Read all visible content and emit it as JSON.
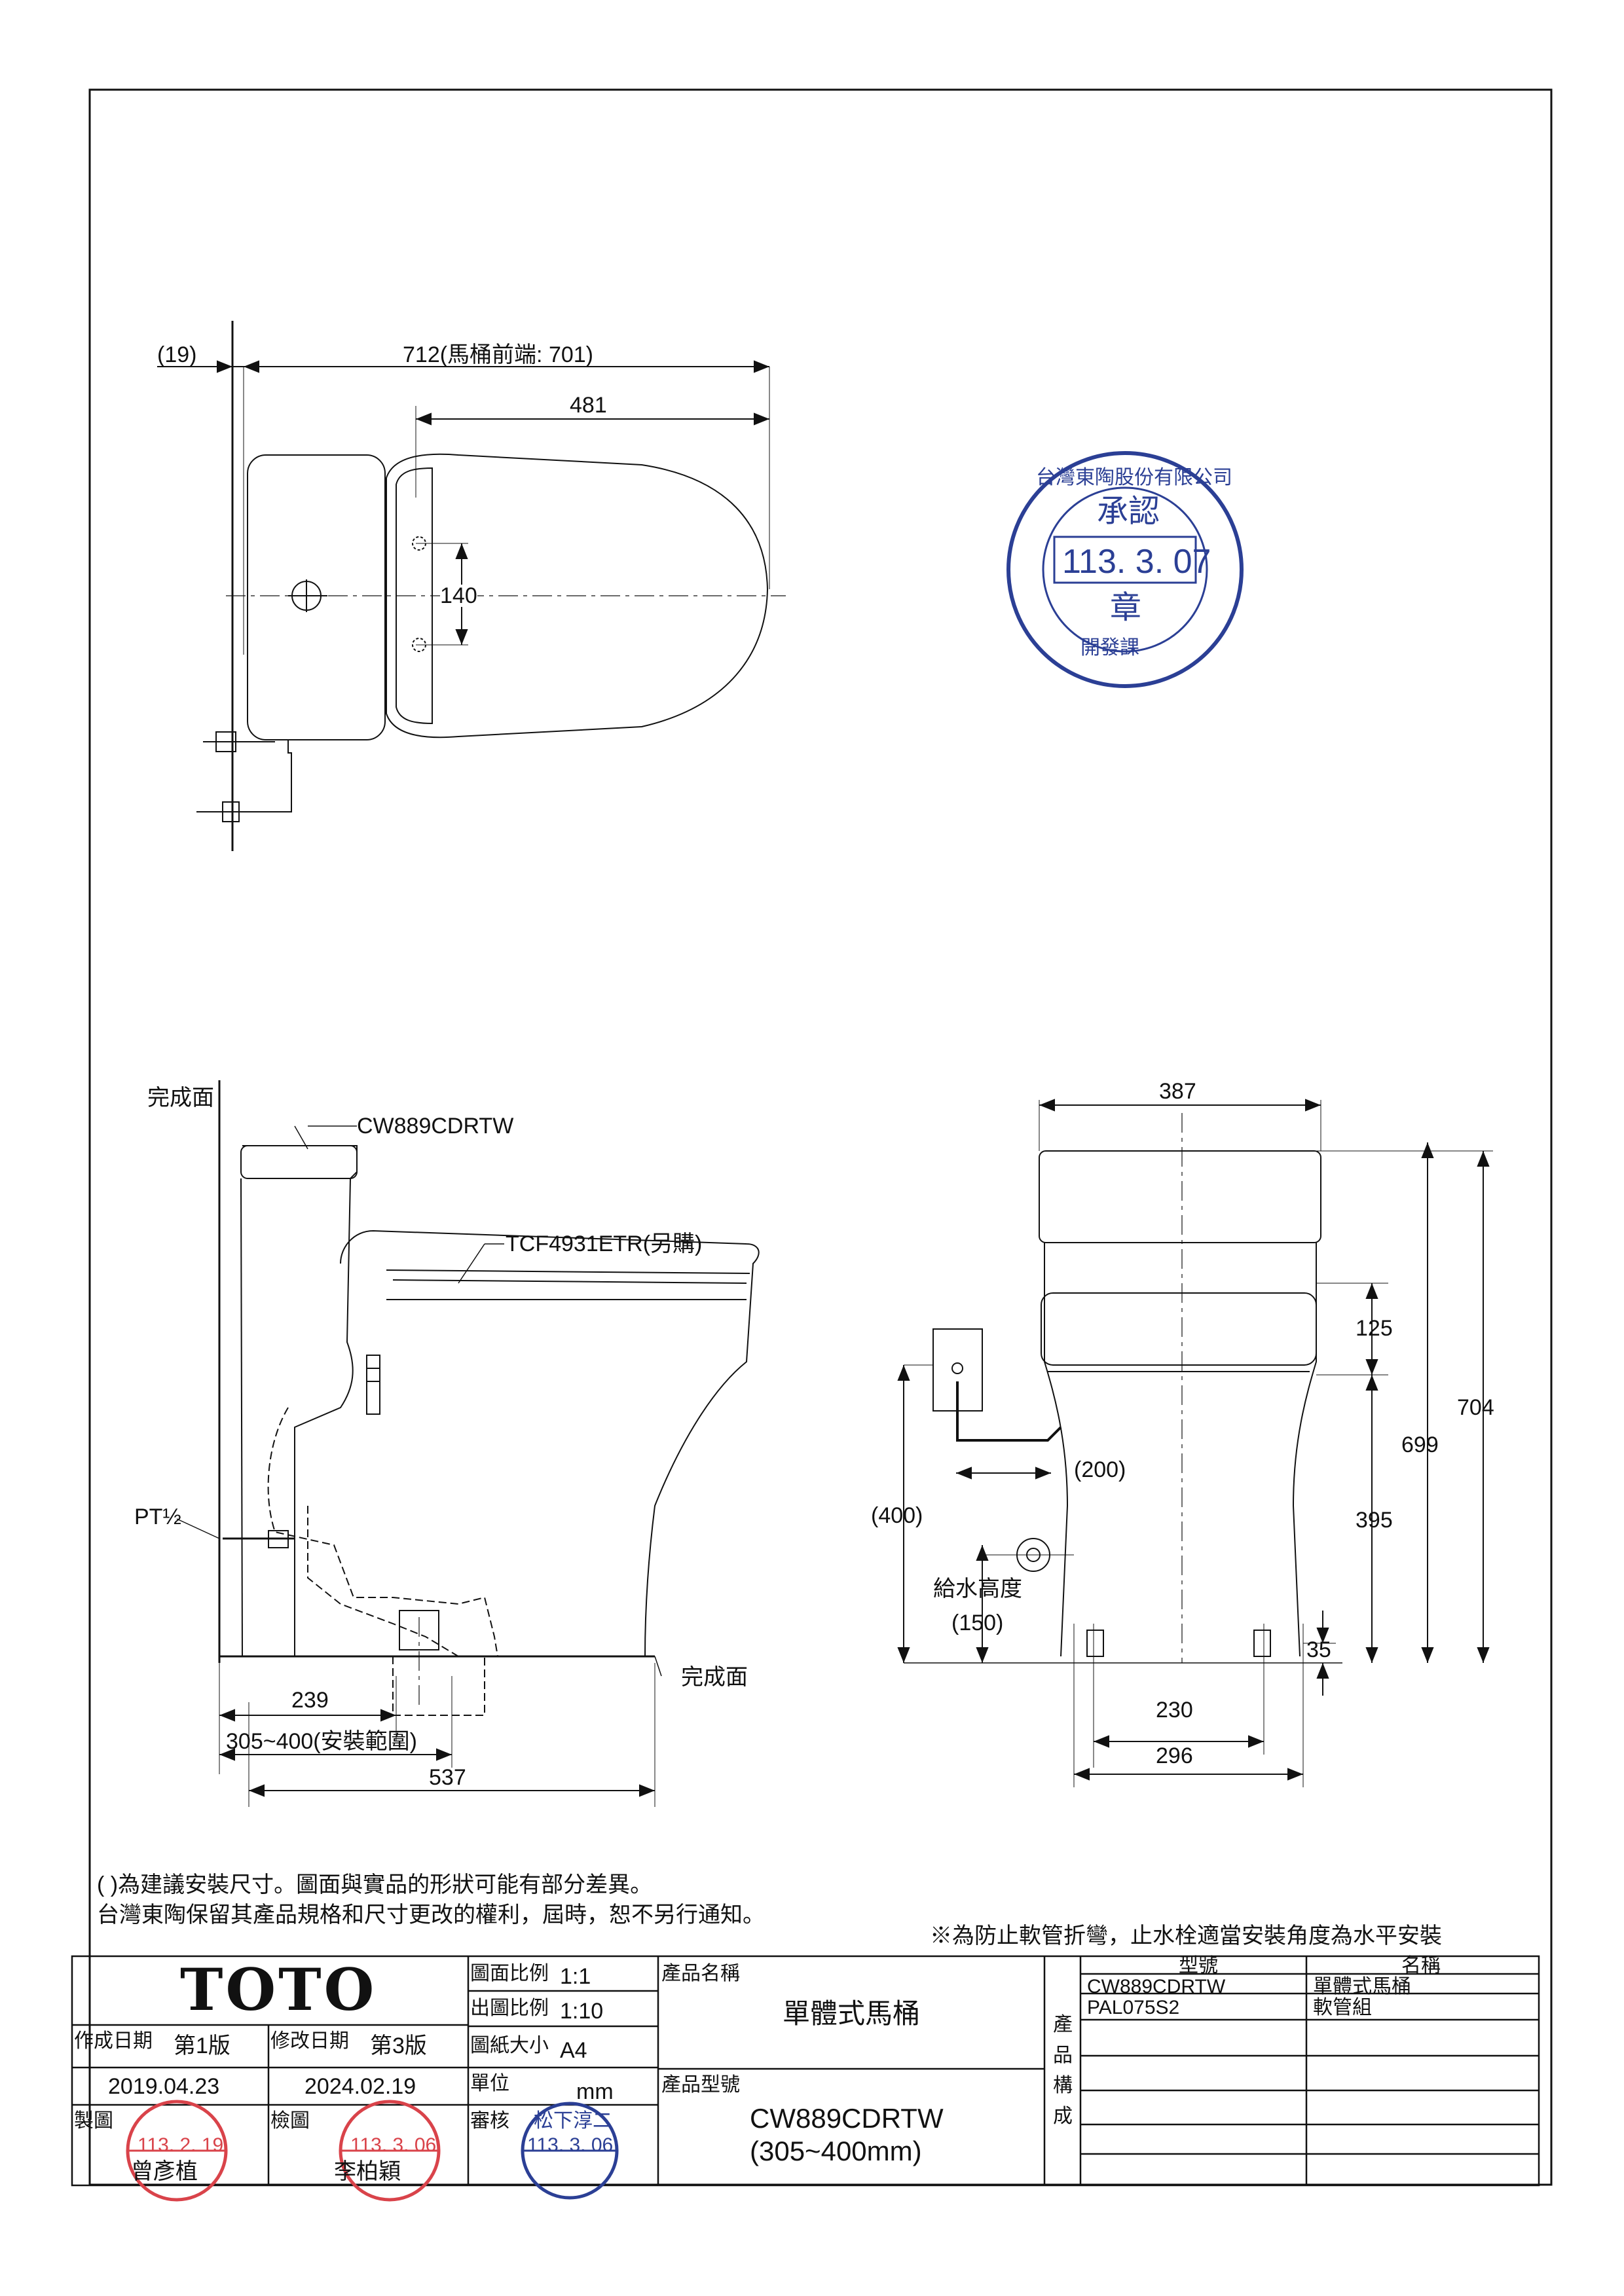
{
  "top_view": {
    "dim_gap": "(19)",
    "dim_length": "712(馬桶前端: 701)",
    "dim_seat": "481",
    "dim_bolts": "140"
  },
  "side_view": {
    "finish_surface_wall": "完成面",
    "model_label": "CW889CDRTW",
    "seat_label": "TCF4931ETR(另購)",
    "pipe_thread": "PT½",
    "finish_surface_floor": "完成面",
    "dim_239": "239",
    "dim_range": "305~400(安裝範圍)",
    "dim_537": "537"
  },
  "front_view": {
    "dim_387": "387",
    "dim_125": "125",
    "dim_704": "704",
    "dim_699": "699",
    "dim_395": "395",
    "dim_200": "(200)",
    "dim_400": "(400)",
    "water_height_label": "給水高度",
    "water_height_value": "(150)",
    "dim_35": "35",
    "dim_230": "230",
    "dim_296": "296"
  },
  "stamp_top": {
    "company": "台灣東陶股份有限公司",
    "title": "承認",
    "date": "113. 3. 07",
    "seal": "章",
    "dept": "開發課"
  },
  "notes": {
    "line1": "(   )為建議安裝尺寸。圖面與實品的形狀可能有部分差異。",
    "line2": "台灣東陶保留其產品規格和尺寸更改的權利，屆時，恕不另行通知。",
    "hose_note": "※為防止軟管折彎，止水栓適當安裝角度為水平安裝"
  },
  "title_block": {
    "logo": "TOTO",
    "scale_label": "圖面比例",
    "scale_value": "1:1",
    "output_scale_label": "出圖比例",
    "output_scale_value": "1:10",
    "paper_label": "圖紙大小",
    "paper_value": "A4",
    "unit_label": "單位",
    "unit_value": "mm",
    "created_label": "作成日期",
    "created_edition": "第1版",
    "created_date": "2019.04.23",
    "modified_label": "修改日期",
    "modified_edition": "第3版",
    "modified_date": "2024.02.19",
    "drawn_label": "製圖",
    "drawn_by": "曾彥植",
    "drawn_stamp_date": "113. 2. 19",
    "checked_label": "檢圖",
    "checked_by": "李柏穎",
    "checked_stamp_date": "113. 3. 06",
    "approved_label": "審核",
    "approved_stamp_name": "松下淳二",
    "approved_stamp_date": "113. 3. 06",
    "product_name_label": "產品名稱",
    "product_name": "單體式馬桶",
    "product_model_label": "產品型號",
    "product_model": "CW889CDRTW",
    "product_model_range": "(305~400mm)",
    "composition_label": "產品構成",
    "col_model": "型號",
    "col_name": "名稱",
    "components": [
      {
        "model": "CW889CDRTW",
        "name": "單體式馬桶"
      },
      {
        "model": "PAL075S2",
        "name": "軟管組"
      }
    ]
  }
}
